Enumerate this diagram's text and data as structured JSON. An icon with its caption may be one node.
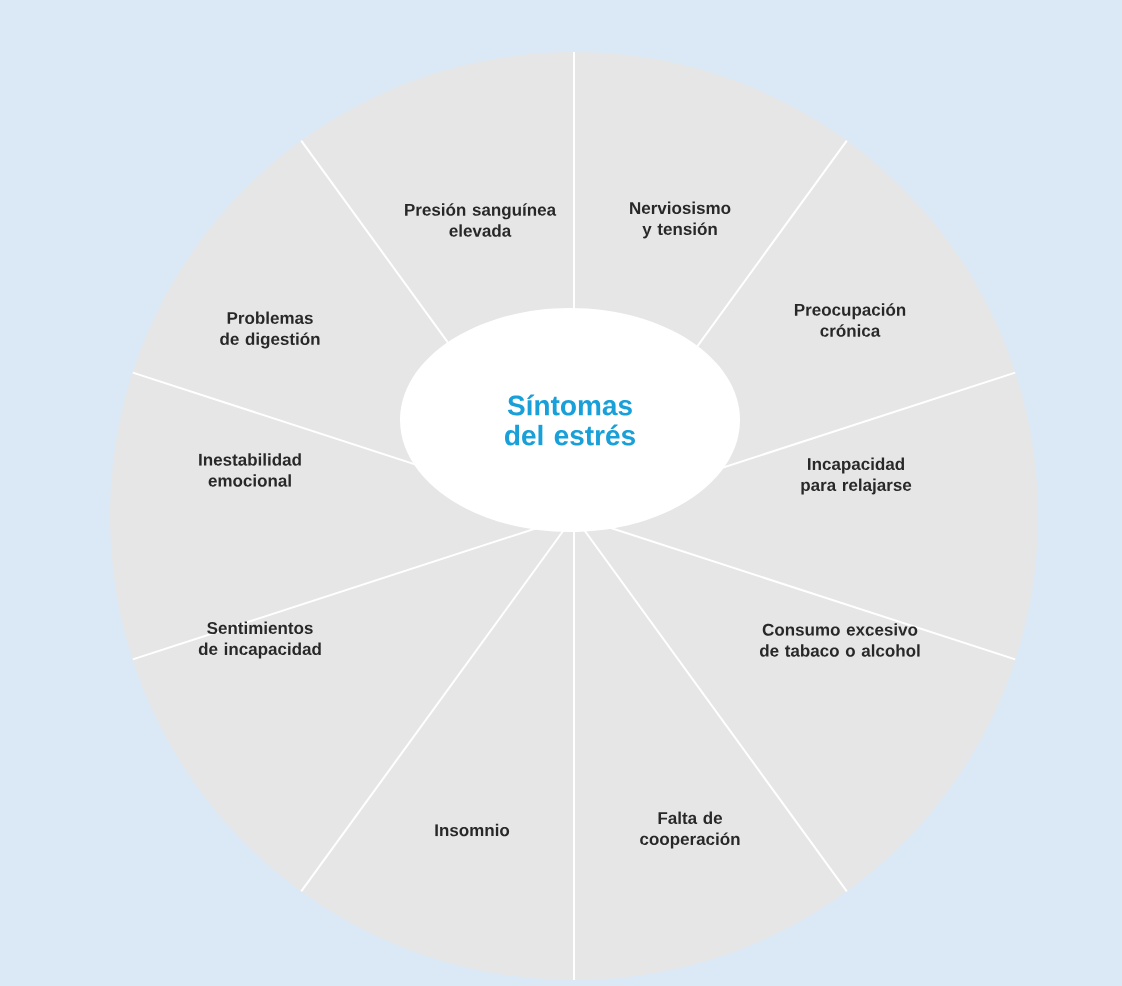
{
  "diagram": {
    "nodes": [
      {
        "text": [
          "Síntomas del estrés"
        ]
      },
      {
        "text": [
          "Presión sanguínea elevada"
        ]
      },
      {
        "text": [
          "Nerviosismo y tensión"
        ]
      },
      {
        "text": [
          "Preocupación crónica"
        ]
      },
      {
        "text": [
          "Incapacidad para relajarse"
        ]
      },
      {
        "text": [
          "Consumo excesivo de tabaco o alcohol"
        ]
      },
      {
        "text": [
          "Falta de cooperación"
        ]
      },
      {
        "text": [
          "Insomnio"
        ]
      },
      {
        "text": [
          "Sentimientos de incapacidad"
        ]
      },
      {
        "text": [
          "Inestabilidad emocional"
        ]
      },
      {
        "text": [
          "Problemas de digestión"
        ]
      }
    ]
  }
}
